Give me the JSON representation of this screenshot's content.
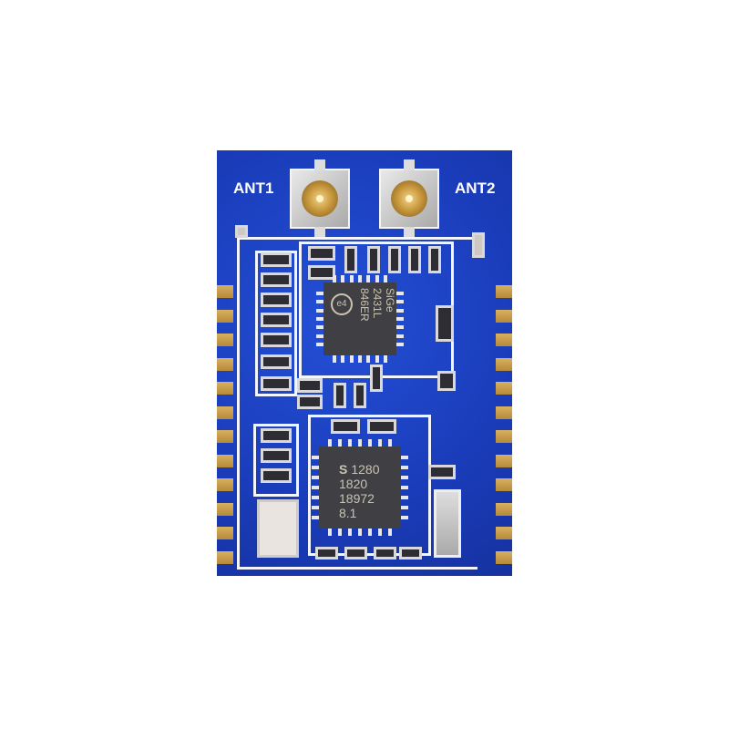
{
  "board": {
    "color": "#1b3fc4",
    "antenna_labels": [
      "ANT1",
      "ANT2"
    ],
    "chips": [
      {
        "logo": "e4",
        "lines": [
          "SiGe",
          "2431L",
          "846ER"
        ]
      },
      {
        "logo": "S",
        "lines": [
          "1280",
          "1820",
          "18972",
          "8.1"
        ]
      }
    ]
  }
}
